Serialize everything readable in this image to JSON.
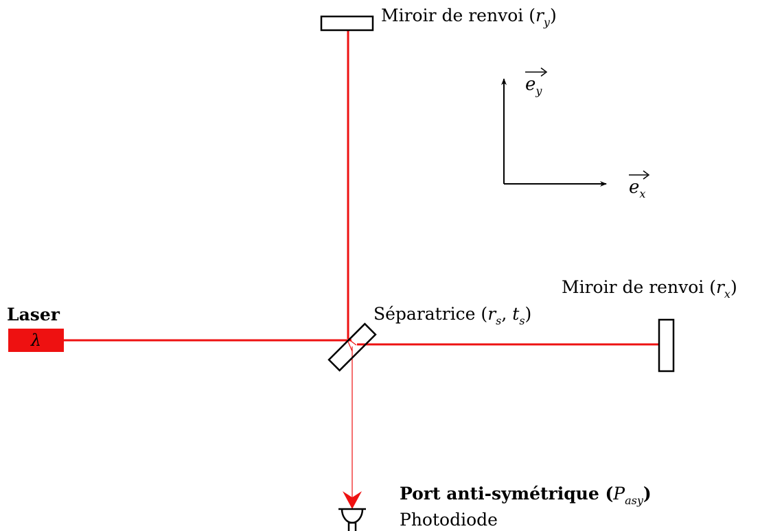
{
  "laser": {
    "label": "Laser",
    "wavelength_symbol": "λ",
    "color": "#ee1111"
  },
  "beam_color": "#ee1111",
  "mirror_y": {
    "text": "Miroir de renvoi (",
    "symbol": "r",
    "subscript": "y",
    "close": ")"
  },
  "mirror_x": {
    "text": "Miroir de renvoi (",
    "symbol": "r",
    "subscript": "x",
    "close": ")"
  },
  "separatrice": {
    "text": "Séparatrice (",
    "symbol_r": "r",
    "sub_r": "s",
    "comma": ", ",
    "symbol_t": "t",
    "sub_t": "s",
    "close": ")"
  },
  "port": {
    "title": "Port anti-symétrique (",
    "symbol": "P",
    "subscript": "asy",
    "close": ")",
    "detector": "Photodiode"
  },
  "axes": {
    "ex_symbol": "e",
    "ex_subscript": "x",
    "ey_symbol": "e",
    "ey_subscript": "y"
  }
}
